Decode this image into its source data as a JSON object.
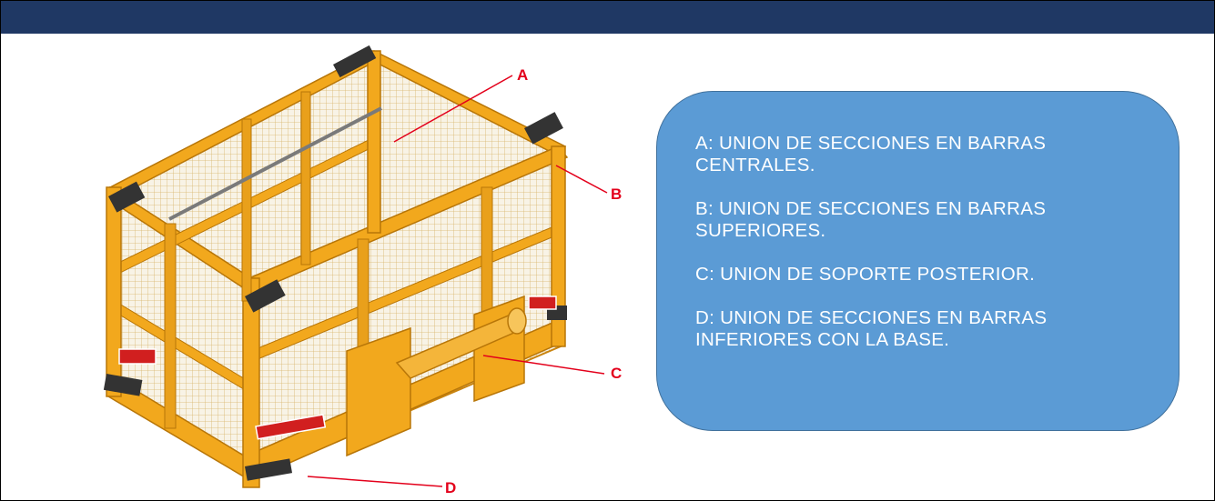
{
  "callouts": {
    "a": "A",
    "b": "B",
    "c": "C",
    "d": "D"
  },
  "legend": {
    "items": [
      "A: UNION DE SECCIONES EN BARRAS CENTRALES.",
      "B: UNION DE SECCIONES EN BARRAS SUPERIORES.",
      "C: UNION DE SOPORTE POSTERIOR.",
      "D: UNION DE SECCIONES EN BARRAS INFERIORES CON LA BASE."
    ]
  },
  "colors": {
    "header": "#1f3864",
    "frame_yellow": "#f2a81d",
    "frame_dark": "#c98410",
    "mesh": "#f8f3e6",
    "callout_red": "#e3001b",
    "legend_fill": "#5b9bd5",
    "legend_border": "#41719c"
  }
}
